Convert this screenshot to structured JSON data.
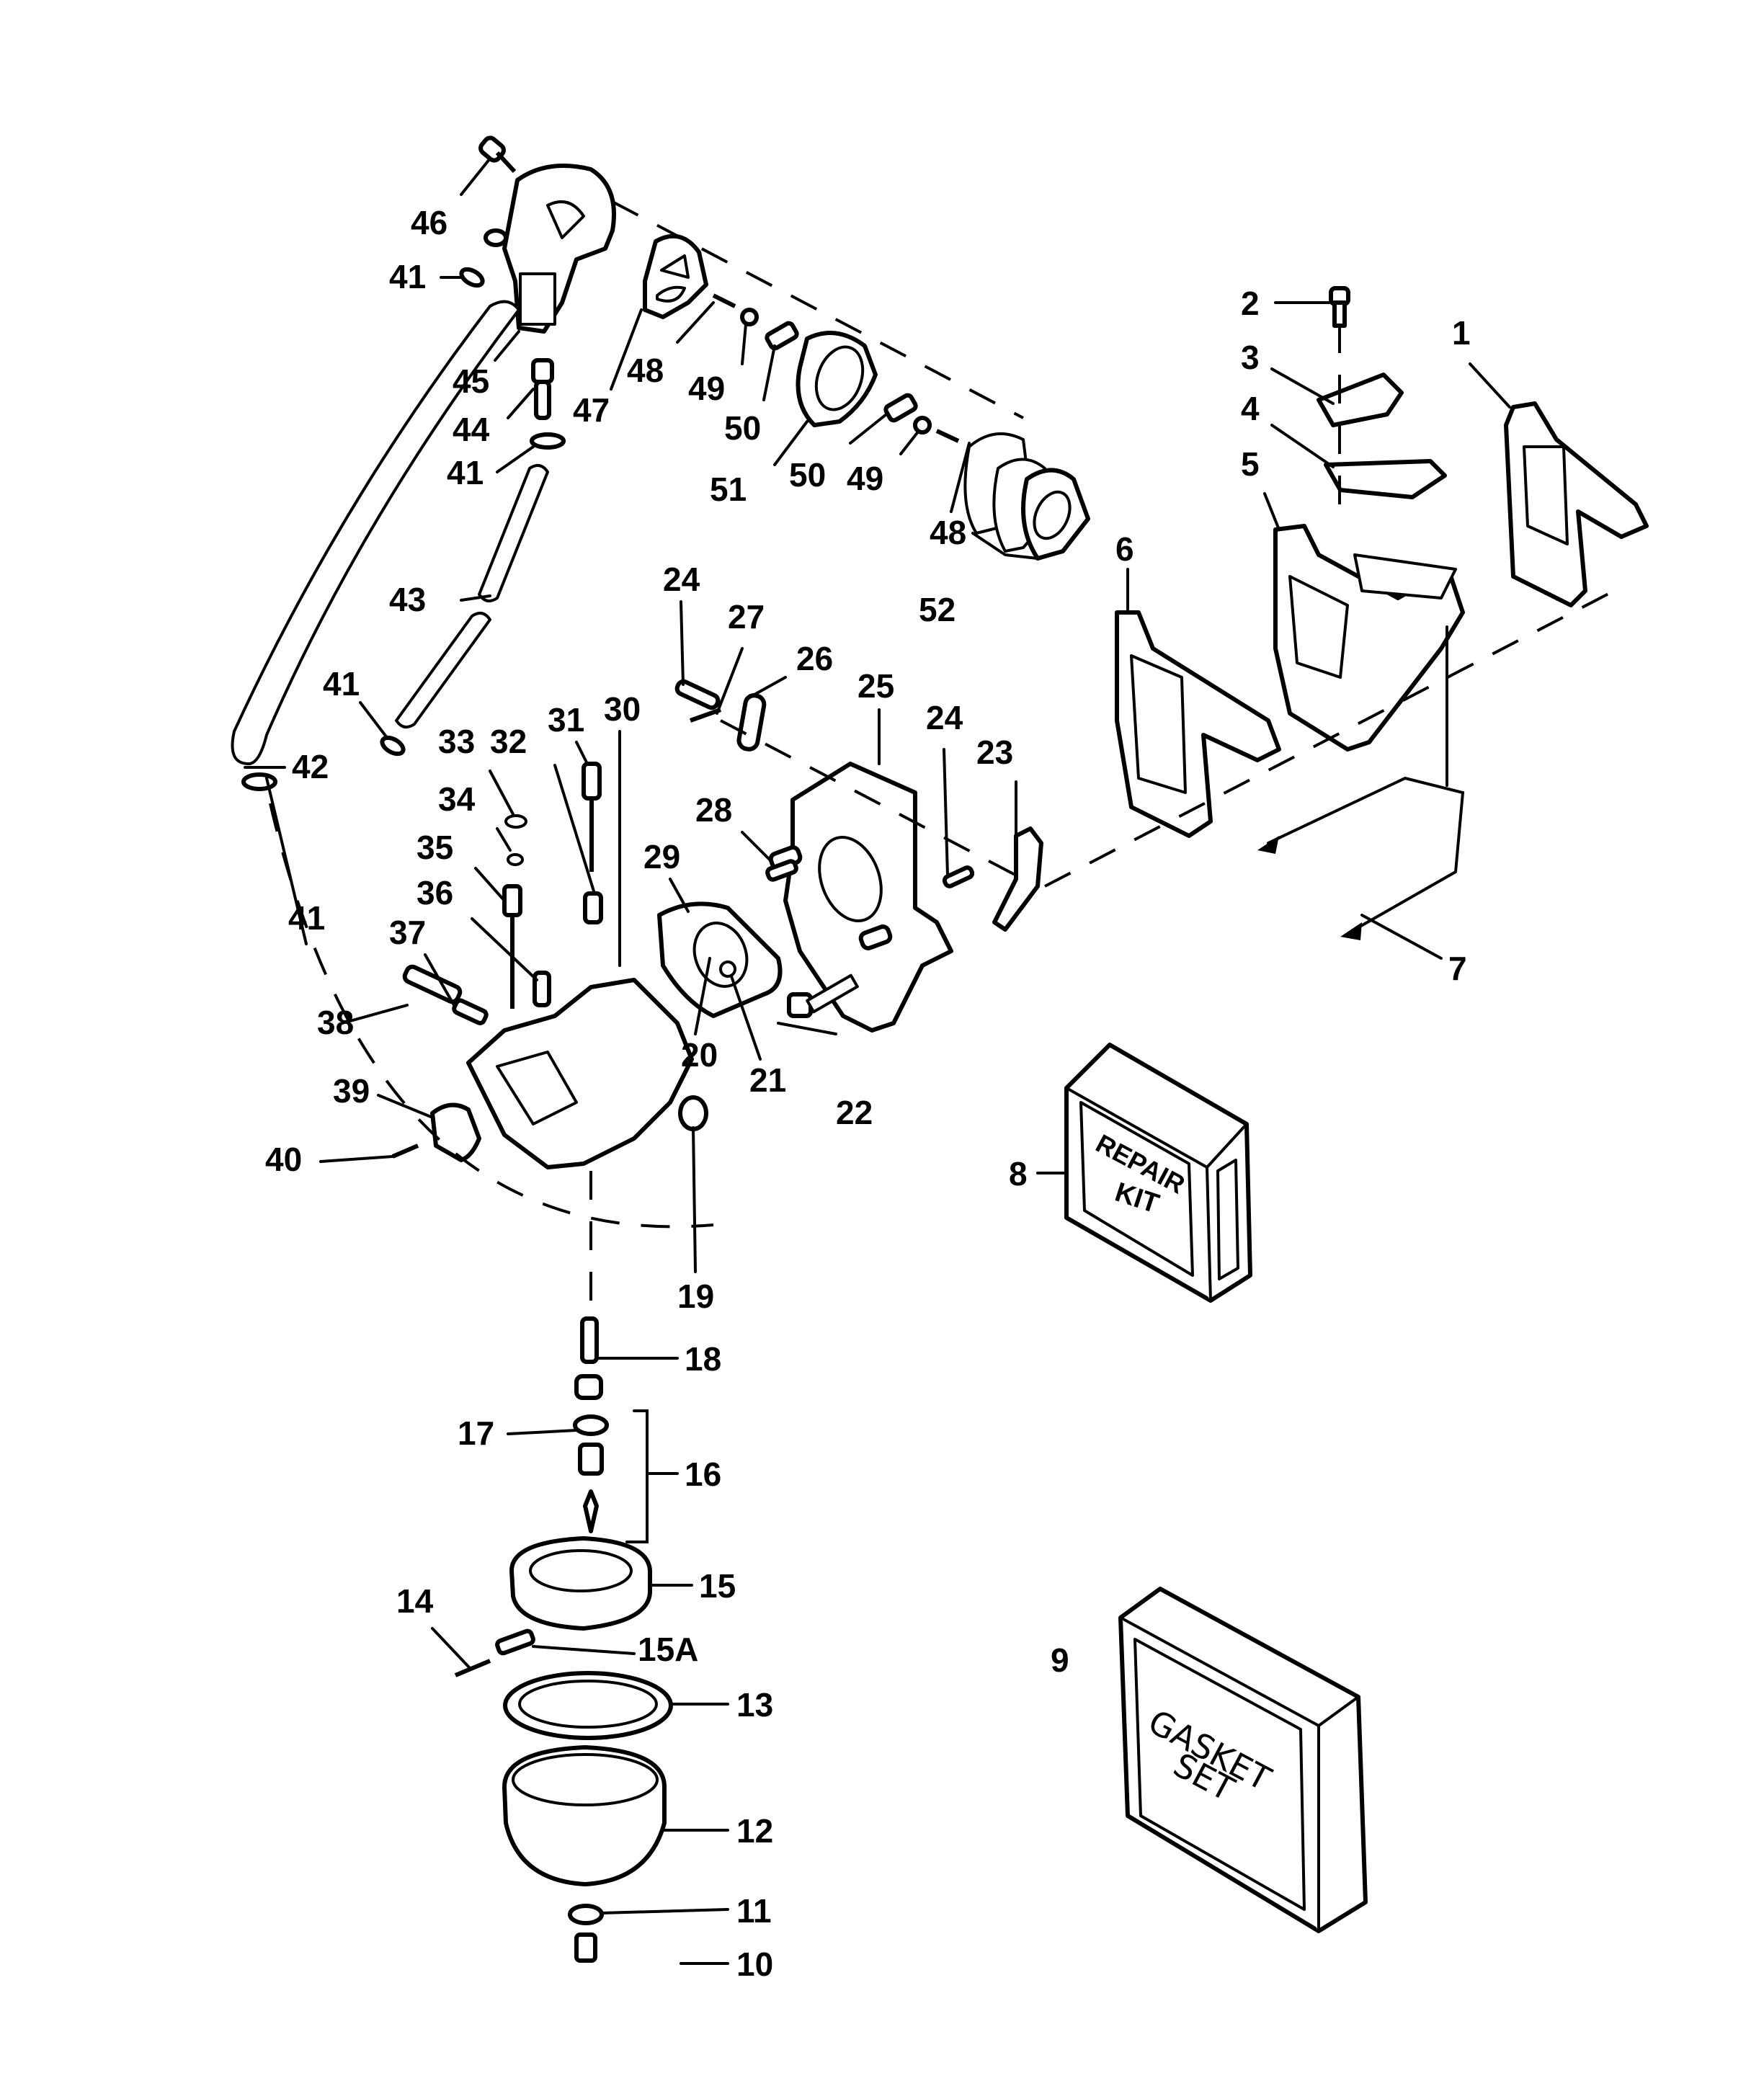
{
  "diagram": {
    "type": "exploded-parts-diagram",
    "subject": "carburetor assembly"
  },
  "callouts": [
    {
      "id": "1",
      "label": "1"
    },
    {
      "id": "2",
      "label": "2"
    },
    {
      "id": "3",
      "label": "3"
    },
    {
      "id": "4",
      "label": "4"
    },
    {
      "id": "5",
      "label": "5"
    },
    {
      "id": "6",
      "label": "6"
    },
    {
      "id": "7",
      "label": "7"
    },
    {
      "id": "8",
      "label": "8"
    },
    {
      "id": "9",
      "label": "9"
    },
    {
      "id": "10",
      "label": "10"
    },
    {
      "id": "11",
      "label": "11"
    },
    {
      "id": "12",
      "label": "12"
    },
    {
      "id": "13",
      "label": "13"
    },
    {
      "id": "14",
      "label": "14"
    },
    {
      "id": "15",
      "label": "15"
    },
    {
      "id": "15A",
      "label": "15A"
    },
    {
      "id": "16",
      "label": "16"
    },
    {
      "id": "17",
      "label": "17"
    },
    {
      "id": "18",
      "label": "18"
    },
    {
      "id": "19",
      "label": "19"
    },
    {
      "id": "20",
      "label": "20"
    },
    {
      "id": "21",
      "label": "21"
    },
    {
      "id": "22",
      "label": "22"
    },
    {
      "id": "23",
      "label": "23"
    },
    {
      "id": "24a",
      "label": "24"
    },
    {
      "id": "24b",
      "label": "24"
    },
    {
      "id": "25",
      "label": "25"
    },
    {
      "id": "26",
      "label": "26"
    },
    {
      "id": "27",
      "label": "27"
    },
    {
      "id": "28",
      "label": "28"
    },
    {
      "id": "29",
      "label": "29"
    },
    {
      "id": "30",
      "label": "30"
    },
    {
      "id": "31",
      "label": "31"
    },
    {
      "id": "32",
      "label": "32"
    },
    {
      "id": "33",
      "label": "33"
    },
    {
      "id": "34",
      "label": "34"
    },
    {
      "id": "35",
      "label": "35"
    },
    {
      "id": "36",
      "label": "36"
    },
    {
      "id": "37",
      "label": "37"
    },
    {
      "id": "38",
      "label": "38"
    },
    {
      "id": "39",
      "label": "39"
    },
    {
      "id": "40",
      "label": "40"
    },
    {
      "id": "41a",
      "label": "41"
    },
    {
      "id": "41b",
      "label": "41"
    },
    {
      "id": "41c",
      "label": "41"
    },
    {
      "id": "41d",
      "label": "41"
    },
    {
      "id": "42",
      "label": "42"
    },
    {
      "id": "43",
      "label": "43"
    },
    {
      "id": "44",
      "label": "44"
    },
    {
      "id": "45",
      "label": "45"
    },
    {
      "id": "46",
      "label": "46"
    },
    {
      "id": "47",
      "label": "47"
    },
    {
      "id": "48a",
      "label": "48"
    },
    {
      "id": "48b",
      "label": "48"
    },
    {
      "id": "49a",
      "label": "49"
    },
    {
      "id": "49b",
      "label": "49"
    },
    {
      "id": "50a",
      "label": "50"
    },
    {
      "id": "50b",
      "label": "50"
    },
    {
      "id": "51",
      "label": "51"
    },
    {
      "id": "52",
      "label": "52"
    }
  ],
  "kits": {
    "repair_kit": {
      "line1": "REPAIR",
      "line2": "KIT"
    },
    "gasket_set": {
      "line1": "GASKET",
      "line2": "SET"
    }
  }
}
